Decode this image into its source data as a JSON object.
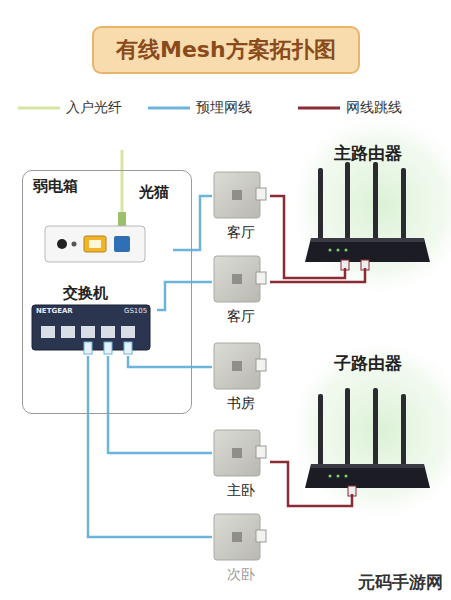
{
  "diagram": {
    "title": "有线Mesh方案拓扑图",
    "nodes": [
      {
        "text": [
          "弱电箱"
        ]
      },
      {
        "text": [
          "光猫"
        ],
        "in": 0
      },
      {
        "text": [
          "交换机"
        ],
        "in": 0
      },
      {
        "text": [
          "客厅"
        ]
      },
      {
        "text": [
          "客厅"
        ]
      },
      {
        "text": [
          "书房"
        ]
      },
      {
        "text": [
          "主卧"
        ]
      },
      {
        "text": [
          "次卧"
        ]
      },
      {
        "text": [
          "主路由器"
        ]
      },
      {
        "text": [
          "子路由器"
        ]
      }
    ],
    "edges": [
      {
        "from": 1,
        "to": 3,
        "arrow": "none"
      },
      {
        "from": 4,
        "to": 2,
        "arrow": "none"
      },
      {
        "from": 2,
        "to": 5,
        "arrow": "none"
      },
      {
        "from": 2,
        "to": 6,
        "arrow": "none"
      },
      {
        "from": 2,
        "to": 7,
        "arrow": "none"
      },
      {
        "from": 3,
        "to": 8,
        "arrow": "none"
      },
      {
        "from": 4,
        "to": 8,
        "arrow": "none"
      },
      {
        "from": 6,
        "to": 9,
        "arrow": "none"
      }
    ],
    "labels": [
      "NETGEAR",
      "GS105",
      "元码手游网"
    ],
    "legend": [
      {
        "text": "入户光纤"
      },
      {
        "text": "预埋网线"
      },
      {
        "text": "网线跳线"
      }
    ]
  }
}
